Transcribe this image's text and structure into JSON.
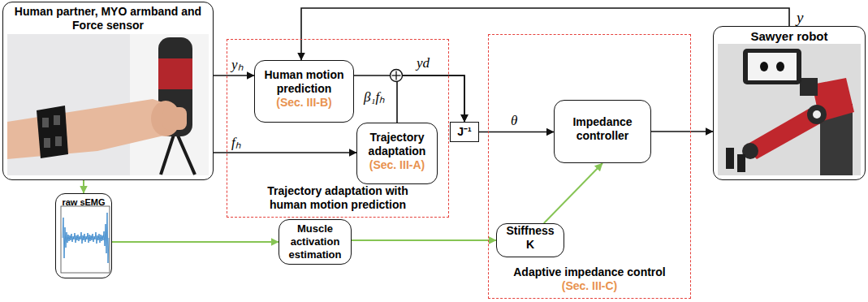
{
  "diagram": {
    "nodes": [
      {
        "text": [
          "Human partner, MYO armband and Force sensor"
        ]
      },
      {
        "text": [
          "Trajectory adaptation with human motion prediction"
        ]
      },
      {
        "text": [
          "Human motion prediction",
          "(Sec. III-B)"
        ],
        "in": 1
      },
      {
        "text": [
          "Trajectory adaptation",
          "(Sec. III-A)"
        ],
        "in": 1
      },
      {
        "text": [
          "J⁻¹"
        ]
      },
      {
        "text": [
          "Adaptive impedance control",
          "(Sec. III-C)"
        ]
      },
      {
        "text": [
          "Impedance controller"
        ],
        "in": 5
      },
      {
        "text": [
          "Stiffness K"
        ],
        "in": 5
      },
      {
        "text": [
          "Sawyer robot"
        ]
      },
      {
        "text": [
          "raw sEMG"
        ]
      },
      {
        "text": [
          "Muscle activation estimation"
        ]
      }
    ],
    "edges": [
      {
        "from": 0,
        "to": 2,
        "label": "yₕ",
        "arrow": "to"
      },
      {
        "from": 0,
        "to": 3,
        "label": "fₕ",
        "arrow": "to"
      },
      {
        "from": 2,
        "to": 4,
        "label": "yd",
        "arrow": "to"
      },
      {
        "from": 3,
        "to": 4,
        "label": "β₁fₕ",
        "arrow": "to"
      },
      {
        "from": 4,
        "to": 6,
        "label": "θ",
        "arrow": "to"
      },
      {
        "from": 6,
        "to": 8,
        "arrow": "to"
      },
      {
        "from": 8,
        "to": 2,
        "label": "y",
        "arrow": "to"
      },
      {
        "from": 0,
        "to": 9,
        "arrow": "to"
      },
      {
        "from": 9,
        "to": 10,
        "arrow": "to"
      },
      {
        "from": 10,
        "to": 7,
        "arrow": "to"
      },
      {
        "from": 7,
        "to": 6,
        "arrow": "to"
      }
    ]
  }
}
